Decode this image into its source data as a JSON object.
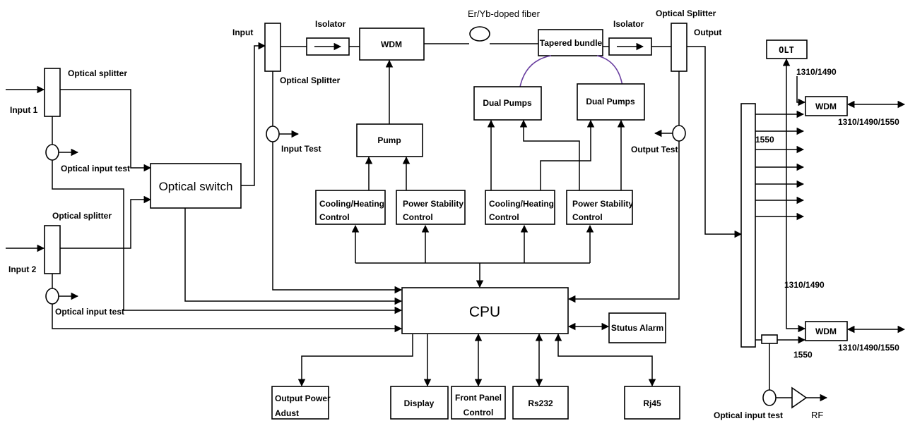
{
  "labels": {
    "input1": "Input 1",
    "input2": "Input 2",
    "splitter1": "Optical splitter",
    "splitter2": "Optical splitter",
    "input_test1": "Optical input test",
    "input_test2": "Optical input test",
    "optical_switch": "Optical switch",
    "input": "Input",
    "optical_splitter_in": "Optical Splitter",
    "input_test": "Input Test",
    "isolator1": "Isolator",
    "wdm_main": "WDM",
    "er_yb_fiber": "Er/Yb-doped fiber",
    "tapered_bundle": "Tapered bundle",
    "isolator2": "Isolator",
    "optical_splitter_out": "Optical Splitter",
    "output": "Output",
    "output_test": "Output Test",
    "pump": "Pump",
    "dual_pumps1": "Dual Pumps",
    "dual_pumps2": "Dual Pumps",
    "cooling1_l1": "Cooling/Heating",
    "cooling1_l2": "Control",
    "power1_l1": "Power Stability",
    "power1_l2": "Control",
    "cooling2_l1": "Cooling/Heating",
    "cooling2_l2": "Control",
    "power2_l1": "Power Stability",
    "power2_l2": "Control",
    "cpu": "CPU",
    "status_alarm": "Stutus Alarm",
    "output_power_l1": "Output Power",
    "output_power_l2": "Adust",
    "display": "Display",
    "front_panel_l1": "Front Panel",
    "front_panel_l2": "Control",
    "rs232": "Rs232",
    "rj45": "Rj45",
    "olt": "OLT",
    "wave_1310_1490_top": "1310/1490",
    "wdm_top": "WDM",
    "wave_triple_top": "1310/1490/1550",
    "wave_1550_top": "1550",
    "wave_1310_1490_bottom": "1310/1490",
    "wdm_bottom": "WDM",
    "wave_1550_bottom": "1550",
    "wave_triple_bottom": "1310/1490/1550",
    "optical_input_test_right": "Optical input test",
    "rf": "RF"
  }
}
